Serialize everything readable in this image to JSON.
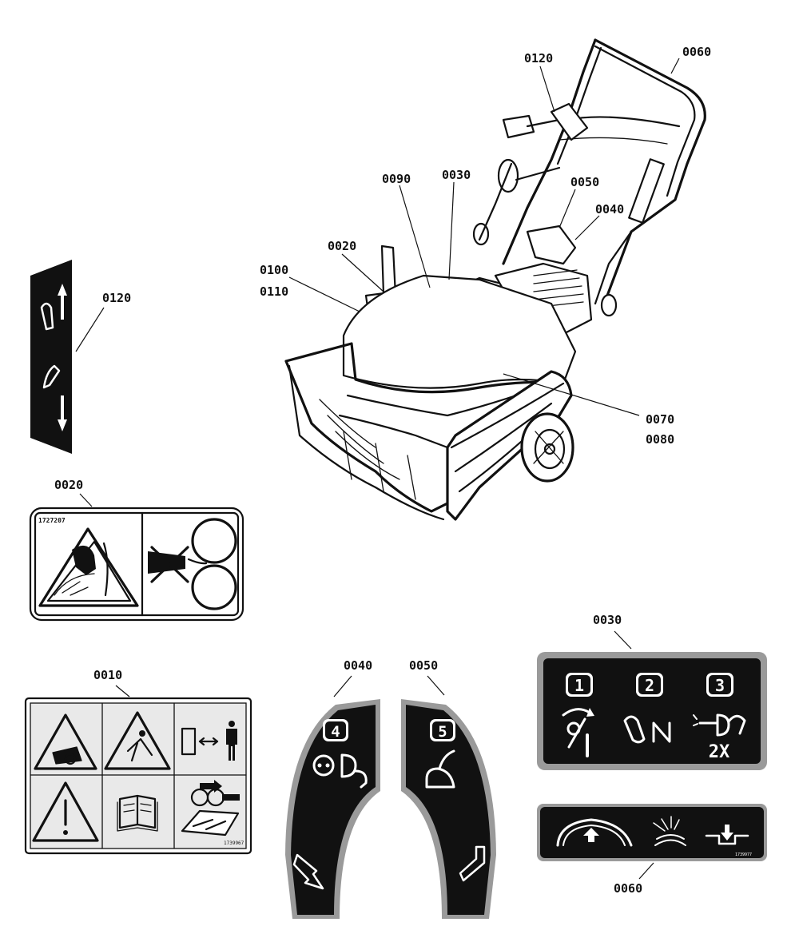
{
  "callouts": {
    "c0120_machine": "0120",
    "c0060_machine": "0060",
    "c0090": "0090",
    "c0030_machine": "0030",
    "c0050_machine": "0050",
    "c0040_machine": "0040",
    "c0020_machine": "0020",
    "c0100": "0100",
    "c0110": "0110",
    "c0070": "0070",
    "c0080": "0080",
    "c0120_decal": "0120",
    "c0020_decal": "0020",
    "c0030_decal": "0030",
    "c0010_decal": "0010",
    "c0040_decal": "0040",
    "c0050_decal": "0050",
    "c0060_decal": "0060"
  },
  "decals": {
    "d0020_part_number": "1727207",
    "d0010_part_number": "1739967",
    "d0060_part_number": "1739977",
    "d0030_step1": "1",
    "d0030_step2": "2",
    "d0030_step3": "3",
    "d0030_times": "2X",
    "d0040_step": "4",
    "d0050_step": "5"
  },
  "icons": {
    "warning": "warning-triangle-icon",
    "manual": "open-book-icon",
    "key": "key-icon",
    "arrow_up": "arrow-up-icon",
    "arrow_down": "arrow-down-icon"
  },
  "colors": {
    "ink": "#111111",
    "decal_black": "#111111",
    "decal_gray": "#e9e9e9",
    "decal_border_gray": "#9a9a9a",
    "paper": "#ffffff"
  }
}
